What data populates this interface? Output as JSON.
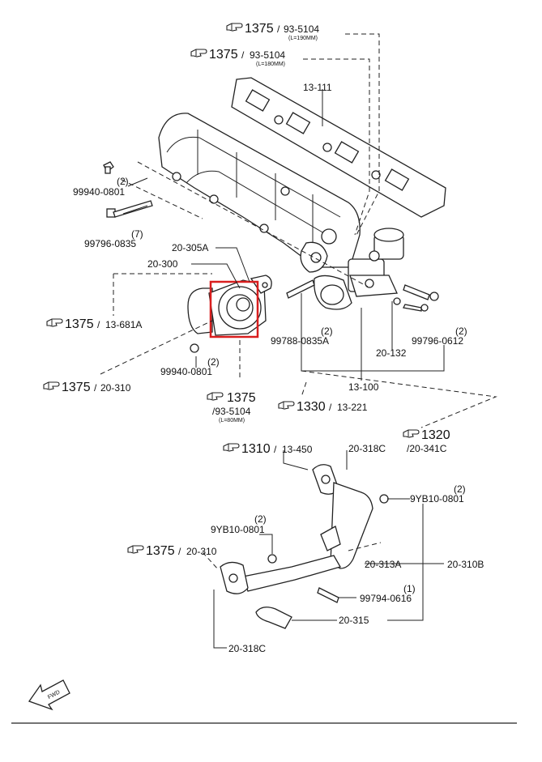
{
  "colors": {
    "highlight": "#d91e1e",
    "ink": "#222222",
    "background": "#ffffff"
  },
  "icons": {
    "reference": "pointing-hand-icon",
    "direction": "fwd-arrow-icon"
  },
  "refs": {
    "r1": {
      "main": "1375",
      "sub": "93-5104",
      "note": "(L=190MM)"
    },
    "r2": {
      "main": "1375",
      "sub": "93-5104",
      "note": "(L=180MM)"
    },
    "r3": {
      "main": "1375",
      "sub": "13-681A"
    },
    "r4": {
      "main": "1375",
      "sub": "20-310"
    },
    "r5": {
      "main": "1375",
      "sub": "/93-5104",
      "note": "(L=80MM)"
    },
    "r6": {
      "main": "1330",
      "sub": "13-221"
    },
    "r7": {
      "main": "1320",
      "sub": "/20-341C"
    },
    "r8": {
      "main": "1310",
      "sub": "13-450"
    },
    "r9": {
      "main": "1375",
      "sub": "20-310"
    }
  },
  "parts": {
    "p13_111": "13-111",
    "p99940_0801_top": "99940-0801",
    "p99940_0801_top_qty": "(2)",
    "p99796_0835": "99796-0835",
    "p99796_0835_qty": "(7)",
    "p20_305A": "20-305A",
    "p20_300": "20-300",
    "p99940_0801_bot": "99940-0801",
    "p99940_0801_bot_qty": "(2)",
    "p99788_0835A": "99788-0835A",
    "p99788_0835A_qty": "(2)",
    "p20_132": "20-132",
    "p99796_0612": "99796-0612",
    "p99796_0612_qty": "(2)",
    "p13_100": "13-100",
    "p20_318C_top": "20-318C",
    "p9YB10_0801_right": "9YB10-0801",
    "p9YB10_0801_right_qty": "(2)",
    "p9YB10_0801_left": "9YB10-0801",
    "p9YB10_0801_left_qty": "(2)",
    "p20_313A": "20-313A",
    "p20_310B": "20-310B",
    "p99794_0616": "99794-0616",
    "p99794_0616_qty": "(1)",
    "p20_315": "20-315",
    "p20_318C_bot": "20-318C"
  },
  "fwd": "FWD"
}
